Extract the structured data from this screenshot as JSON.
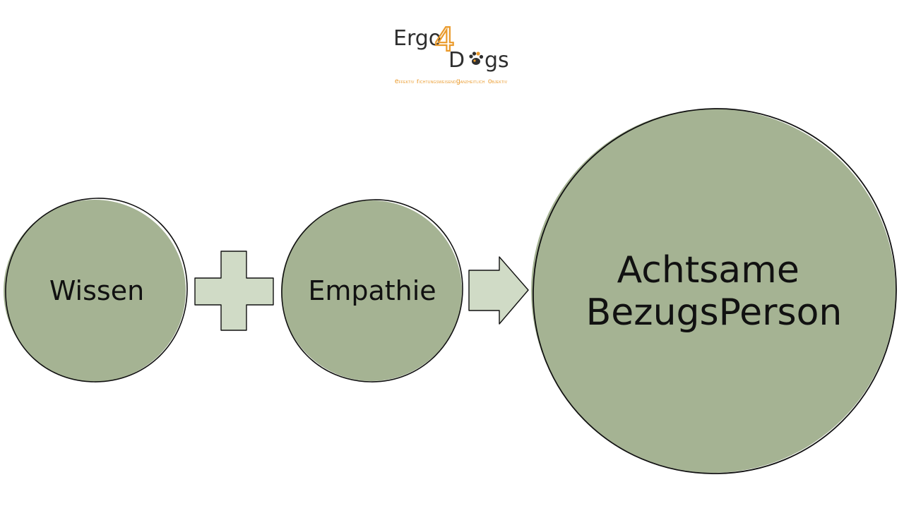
{
  "logo": {
    "word_start": "Ergo",
    "digit": "4",
    "word_end_start": "D",
    "word_end_rest": "gs",
    "tagline": [
      {
        "initial": "e",
        "rest": "FFEKTIV"
      },
      {
        "initial": "r",
        "rest": "ICHTUNGSWEISEND"
      },
      {
        "initial": "g",
        "rest": "ANZHEITLICH"
      },
      {
        "initial": "o",
        "rest": "BJEKTIV"
      }
    ],
    "accent_color": "#ea9a2b",
    "icon": "paw-print-icon"
  },
  "diagram": {
    "nodes": [
      {
        "label_lines": [
          "Wissen"
        ]
      },
      {
        "label_lines": [
          "Empathie"
        ]
      },
      {
        "label_lines": [
          "Achtsame",
          "BezugsPerson"
        ]
      }
    ],
    "operators": [
      {
        "symbol": "plus-icon"
      },
      {
        "symbol": "arrow-right-icon"
      }
    ],
    "colors": {
      "circle_fill": "#a5b393",
      "operator_fill": "#d0dbc6",
      "outline": "#111111"
    }
  }
}
